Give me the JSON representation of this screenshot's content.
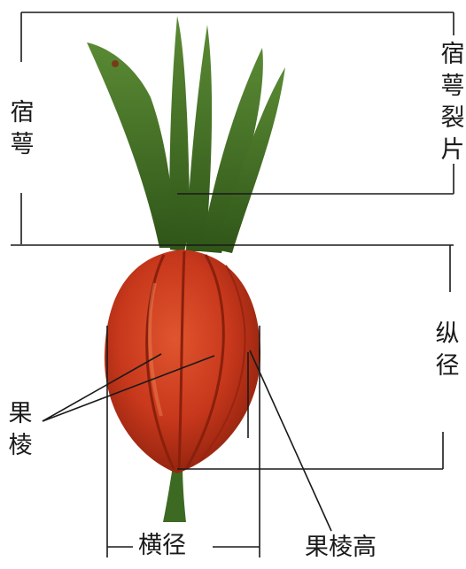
{
  "diagram": {
    "labels": {
      "calyx": "宿\n萼",
      "calyx_lobe": "宿\n萼\n裂\n片",
      "longitudinal_diameter": "纵\n径",
      "fruit_rib": "果\n棱",
      "transverse_diameter": "横径",
      "fruit_rib_height": "果棱高"
    },
    "colors": {
      "line": "#1a1a1a",
      "fruit_red": "#c8381c",
      "fruit_dark": "#9a2410",
      "leaf_green": "#4a7a2a",
      "leaf_dark": "#2f5518",
      "stem": "#3d6a22"
    }
  }
}
